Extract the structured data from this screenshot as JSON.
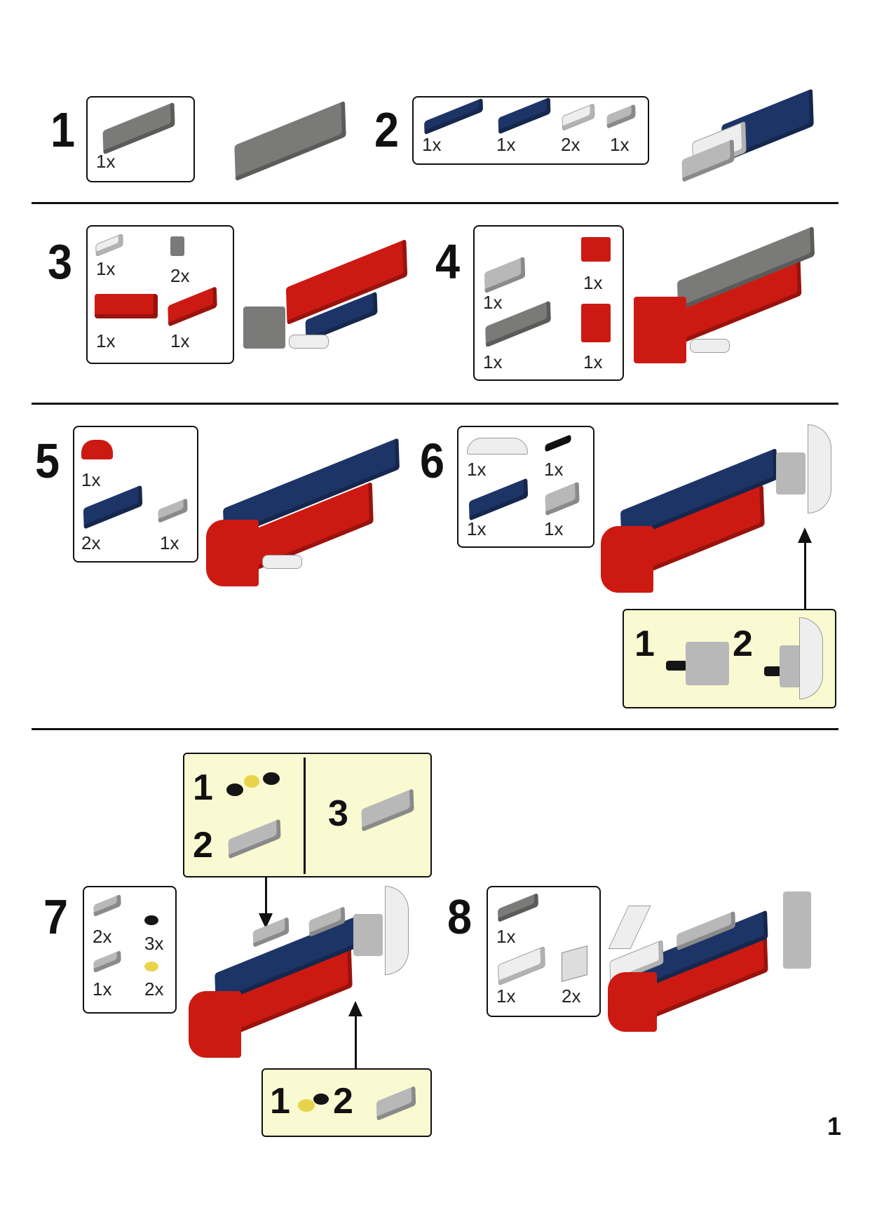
{
  "steps": [
    {
      "number": "1",
      "parts": [
        "1x"
      ]
    },
    {
      "number": "2",
      "parts": [
        "1x",
        "1x",
        "2x",
        "1x"
      ]
    },
    {
      "number": "3",
      "parts": [
        "1x",
        "2x",
        "1x",
        "1x"
      ]
    },
    {
      "number": "4",
      "parts": [
        "1x",
        "1x",
        "1x",
        "1x"
      ]
    },
    {
      "number": "5",
      "parts": [
        "1x",
        "2x",
        "1x"
      ]
    },
    {
      "number": "6",
      "parts": [
        "1x",
        "1x",
        "1x",
        "1x"
      ],
      "callout": [
        "1",
        "2"
      ]
    },
    {
      "number": "7",
      "parts": [
        "2x",
        "3x",
        "1x",
        "2x"
      ],
      "callout_top": [
        "1",
        "2",
        "3"
      ],
      "callout_bottom": [
        "1",
        "2"
      ]
    },
    {
      "number": "8",
      "parts": [
        "1x",
        "1x",
        "2x"
      ]
    }
  ],
  "page_number": "1",
  "colors": {
    "red": "#cc1a12",
    "blue": "#1d3466",
    "gray": "#7a7a78",
    "callout_bg": "#fafad2"
  }
}
